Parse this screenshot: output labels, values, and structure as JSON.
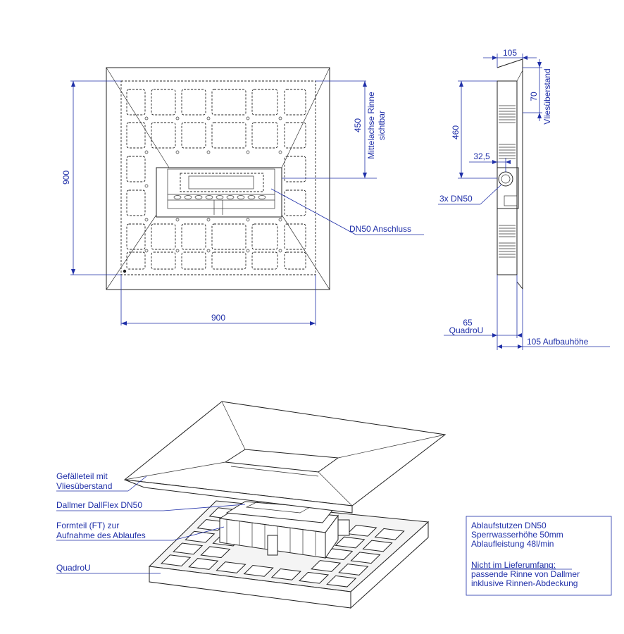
{
  "dimensions": {
    "width_front": "900",
    "height_front": "900",
    "axis_dist": "450",
    "axis_label_1": "Mittelachse Rinne",
    "axis_label_2": "sichtbar",
    "drain_label": "DN50 Anschluss",
    "side_top_width": "105",
    "side_fleece_height": "70",
    "side_fleece_label": "Vliesüberstand",
    "side_460": "460",
    "side_32_5": "32,5",
    "side_dn50": "3x DN50",
    "side_65": "65",
    "side_quadro": "QuadroU",
    "side_105_bottom": "105 Aufbauhöhe"
  },
  "parts": {
    "slope_1": "Gefälleteil mit",
    "slope_2": "Vliesüberstand",
    "dallflex": "Dallmer DallFlex DN50",
    "form_1": "Formteil (FT) zur",
    "form_2": "Aufnahme des Ablaufes",
    "quadro": "QuadroU"
  },
  "info": {
    "line1": "Ablaufstutzen DN50",
    "line2": "Sperrwasserhöhe 50mm",
    "line3": "Ablaufleistung 48l/min",
    "line4": "Nicht im Lieferumfang:",
    "line5": "passende Rinne von Dallmer",
    "line6": "inklusive Rinnen-Abdeckung"
  }
}
